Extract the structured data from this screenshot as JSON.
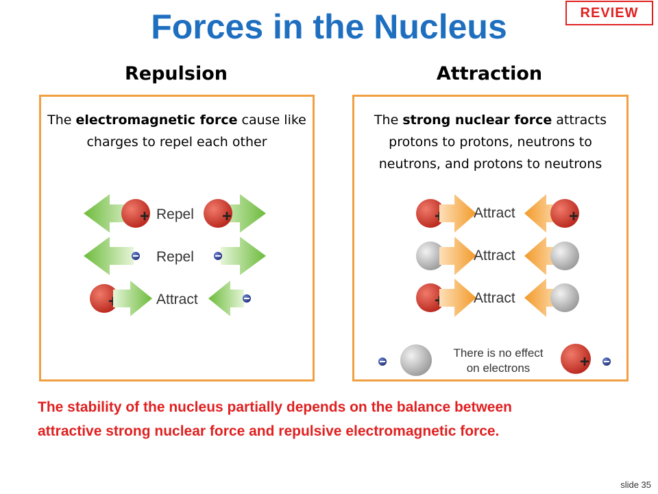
{
  "title": "Forces in the Nucleus",
  "badge": "REVIEW",
  "left": {
    "heading": "Repulsion",
    "text_pre": "The ",
    "text_bold": "electromagnetic force",
    "text_post": " cause like charges to repel each other",
    "rows": [
      {
        "label": "Repel"
      },
      {
        "label": "Repel"
      },
      {
        "label": "Attract"
      }
    ]
  },
  "right": {
    "heading": "Attraction",
    "text_pre": "The ",
    "text_bold": "strong nuclear force",
    "text_post": " attracts protons to protons, neutrons to neutrons, and protons to neutrons",
    "rows": [
      {
        "label": "Attract"
      },
      {
        "label": "Attract"
      },
      {
        "label": "Attract"
      }
    ],
    "note_line1": "There is no effect",
    "note_line2": "on electrons"
  },
  "bottom_text": "The stability of the nucleus partially depends on the balance between attractive strong nuclear force and repulsive electromagnetic force.",
  "slide_number": "slide 35",
  "colors": {
    "title": "#1f6fc0",
    "accent_red": "#e02020",
    "panel_border": "#f0a040",
    "green_arrow": "#7cc24a",
    "orange_arrow": "#f5a030",
    "proton": "#d2352a",
    "neutron": "#b8b8b8",
    "electron": "#2a3f8f"
  }
}
